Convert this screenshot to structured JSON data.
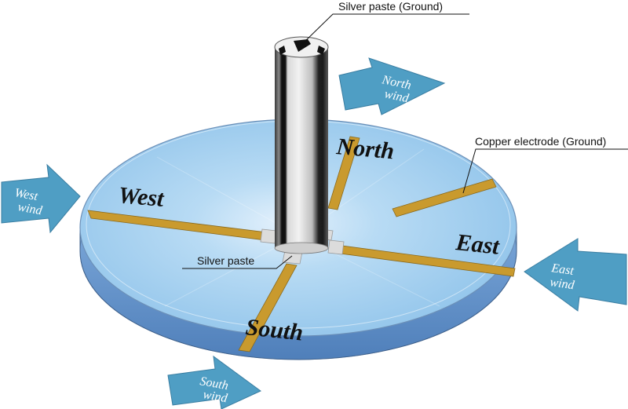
{
  "labels": {
    "silver_paste_ground": "Silver paste (Ground)",
    "copper_electrode_ground": "Copper electrode (Ground)",
    "silver_paste": "Silver paste"
  },
  "directions": {
    "north": "North",
    "south": "South",
    "east": "East",
    "west": "West"
  },
  "winds": {
    "north": [
      "North",
      "wind"
    ],
    "south": [
      "South",
      "wind"
    ],
    "east": [
      "East",
      "wind"
    ],
    "west": [
      "West",
      "wind"
    ]
  },
  "colors": {
    "disk_top": "#a9d3f0",
    "disk_center": "#d9ecfb",
    "disk_side": "#5f8fc7",
    "strip": "#c99a2e",
    "arrow": "#4f9ec4",
    "cylinder_dark": "#1a1a1a",
    "cylinder_light": "#e8e8e8"
  }
}
